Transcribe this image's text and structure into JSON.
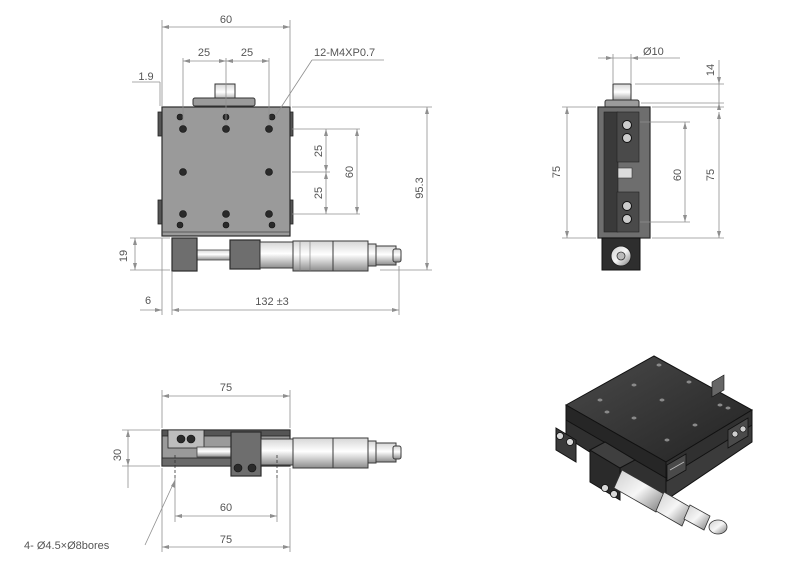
{
  "labels": {
    "top_60": "60",
    "top_25a": "25",
    "top_25b": "25",
    "thread": "12-M4XP0.7",
    "left_19": "1.9",
    "right_25a": "25",
    "right_25b": "25",
    "right_60": "60",
    "right_953": "95.3",
    "left_19b": "19",
    "left_6": "6",
    "bottom_132": "132 ±3",
    "side_10": "Ø10",
    "side_14": "14",
    "side_75a": "75",
    "side_60": "60",
    "side_75b": "75",
    "bot_75": "75",
    "bot_30": "30",
    "bot_60": "60",
    "bot_75b": "75",
    "bores": "4- Ø4.5×Ø8bores"
  },
  "colors": {
    "dimension": "#8f8f8f",
    "body": "#6e6e6e",
    "plate": "#9a9a9a",
    "dark": "#2e2e2e"
  }
}
